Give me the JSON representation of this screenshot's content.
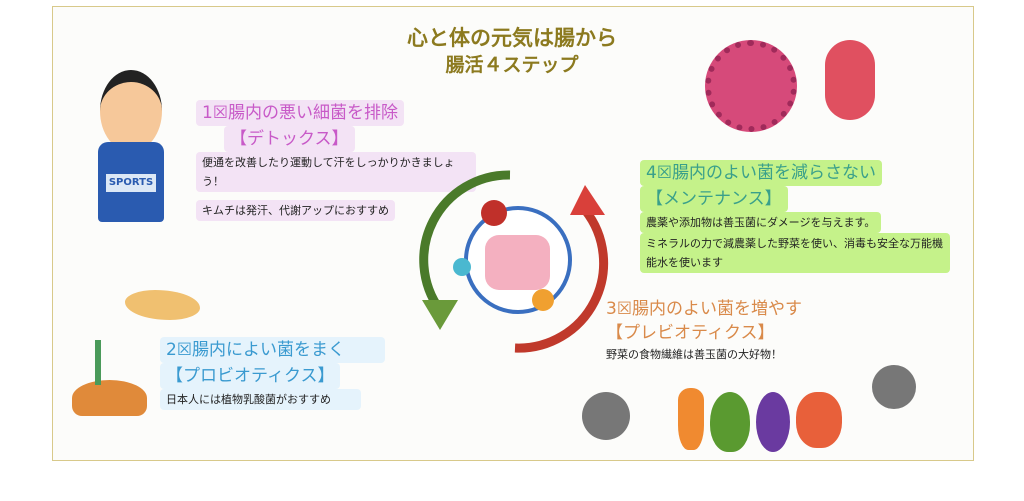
{
  "title": {
    "line1": "心と体の元気は腸から",
    "line2": "腸活４ステップ"
  },
  "steps": [
    {
      "heading": "1☒腸内の悪い細菌を排除",
      "sub": "【デトックス】",
      "body1": "便通を改善したり運動して汗をしっかりかきましょう！",
      "body2": "キムチは発汗、代謝アップにおすすめ",
      "color": "#c85ac8"
    },
    {
      "heading": "2☒腸内によい菌をまく",
      "sub": "【プロビオティクス】",
      "body1": "日本人には植物乳酸菌がおすすめ",
      "color": "#3a9ad0"
    },
    {
      "heading": "3☒腸内のよい菌を増やす",
      "sub": "【プレビオティクス】",
      "body1": "野菜の食物繊維は善玉菌の大好物！",
      "color": "#d98a4a"
    },
    {
      "heading": "4☒腸内のよい菌を減らさない",
      "sub": "【メンテナンス】",
      "body1": "農薬や添加物は善玉菌にダメージを与えます。",
      "body2": "ミネラルの力で減農薬した野菜を使い、消毒も安全な万能機能水を使います",
      "color": "#3aa08a"
    }
  ],
  "illustrations": {
    "shirt_text": "SPORTS"
  }
}
